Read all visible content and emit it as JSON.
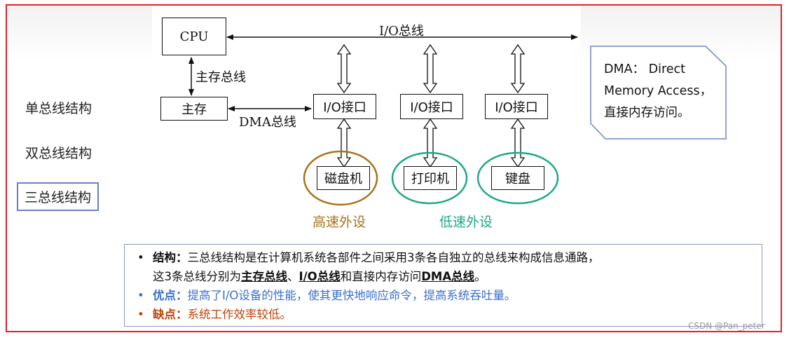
{
  "sidebar": {
    "items": [
      {
        "label": "单总线结构"
      },
      {
        "label": "双总线结构"
      },
      {
        "label": "三总线结构"
      }
    ]
  },
  "diagram": {
    "cpu": "CPU",
    "memory": "主存",
    "io_bus_label": "I/O总线",
    "main_bus_label": "主存总线",
    "dma_bus_label": "DMA总线",
    "io_interfaces": [
      "I/O接口",
      "I/O接口",
      "I/O接口"
    ],
    "devices": [
      "磁盘机",
      "打印机",
      "键盘"
    ],
    "high_speed_label": "高速外设",
    "low_speed_label": "低速外设"
  },
  "note": {
    "line1": "DMA： Direct",
    "line2": "Memory Access，",
    "line3": "直接内存访问。"
  },
  "description": {
    "structure_title": "结构：",
    "structure_text1": "三总线结构是在计算机系统各部件之间采用3条各自独立的总线来构成信息通路，",
    "structure_text2a": "这3条总线分别为",
    "structure_bus1": "主存总线",
    "structure_sep": "、",
    "structure_bus2": "I/O总线",
    "structure_text2b": "和直接内存访问",
    "structure_bus3": "DMA总线",
    "structure_end": "。",
    "advantage_title": "优点：",
    "advantage_text": "提高了I/O设备的性能，使其更快地响应命令，提高系统吞吐量。",
    "disadvantage_title": "缺点：",
    "disadvantage_text": "系统工作效率较低。"
  },
  "colors": {
    "frame": "#d9262a",
    "high_speed": "#a8731a",
    "low_speed": "#1fa888",
    "advantage": "#3a6fd0",
    "disadvantage": "#c0440a"
  },
  "watermark": "CSDN @Pan_peter"
}
